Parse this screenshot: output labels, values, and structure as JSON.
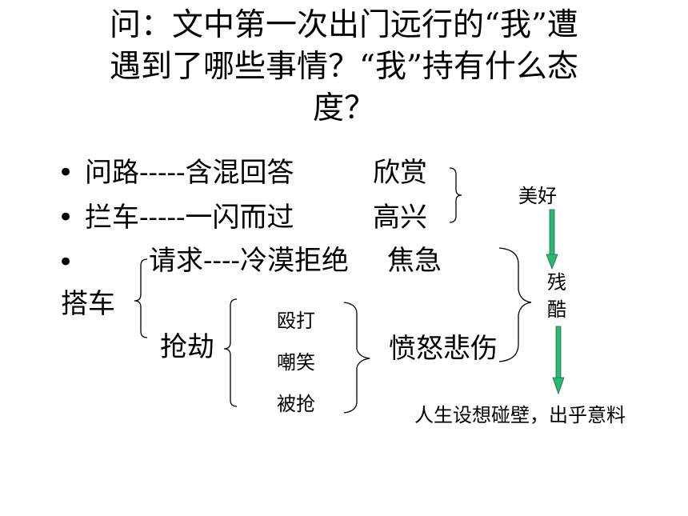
{
  "title": {
    "line1": "问：文中第一次出门远行的“我”遭",
    "line2": "遇到了哪些事情？“我”持有什么态",
    "line3": "度？"
  },
  "bullets": [
    {
      "symbol": "•",
      "event": "问路-----含混回答",
      "feeling": "欣赏"
    },
    {
      "symbol": "•",
      "event": "拦车-----一闪而过",
      "feeling": "高兴"
    },
    {
      "symbol": "•",
      "event": "请求----冷漠拒绝",
      "feeling": "焦急"
    }
  ],
  "hitchhike": {
    "label": "搭车",
    "branch": "抢劫",
    "sub_items": [
      "殴打",
      "嘲笑",
      "被抢"
    ],
    "feeling": "愤怒悲伤"
  },
  "summary": {
    "top": "美好",
    "middle_line1": "残",
    "middle_line2": "酷",
    "bottom": "人生设想碰壁，出乎意料"
  },
  "colors": {
    "arrow_fill": "#2bb673",
    "arrow_stroke": "#1e6b47",
    "text": "#000000"
  }
}
